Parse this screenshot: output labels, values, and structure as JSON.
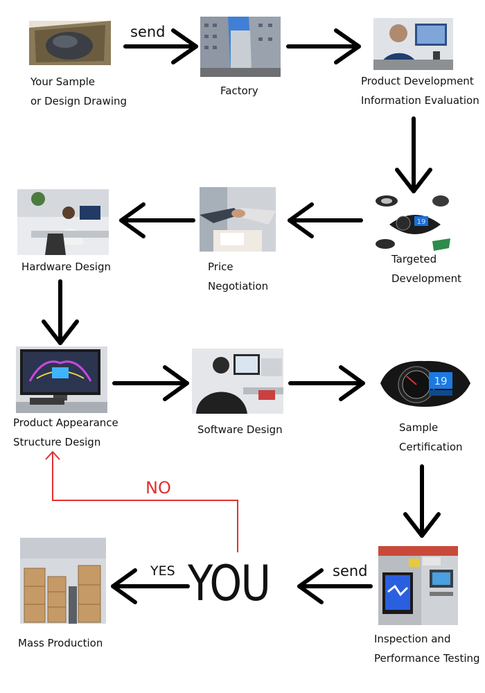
{
  "nodes": {
    "sample": {
      "lines": [
        "Your Sample",
        "or Design Drawing"
      ]
    },
    "factory": {
      "lines": [
        "Factory"
      ]
    },
    "product_dev": {
      "lines": [
        "Product Development",
        "Information Evaluation"
      ]
    },
    "targeted_dev": {
      "lines": [
        "Targeted",
        "Development"
      ]
    },
    "price": {
      "lines": [
        "Price",
        "Negotiation"
      ]
    },
    "hardware": {
      "lines": [
        "Hardware Design"
      ]
    },
    "appearance": {
      "lines": [
        "Product Appearance",
        "Structure Design"
      ]
    },
    "software": {
      "lines": [
        "Software Design"
      ]
    },
    "certification": {
      "lines": [
        "Sample",
        "Certification"
      ]
    },
    "inspection": {
      "lines": [
        "Inspection and",
        "Performance Testing"
      ]
    },
    "mass": {
      "lines": [
        "Mass Production"
      ]
    }
  },
  "edge_labels": {
    "send_top": "send",
    "send_bottom": "send",
    "yes": "YES",
    "no": "NO"
  },
  "center": "YOU",
  "dashboard_display": "19",
  "colors": {
    "arrow": "#000000",
    "no_path": "#e03030"
  }
}
